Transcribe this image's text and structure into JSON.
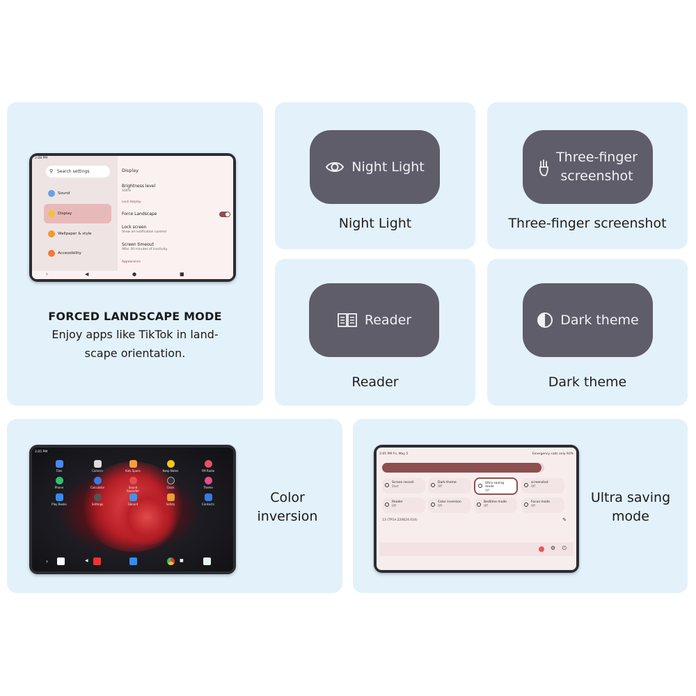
{
  "landscape": {
    "heading": "FORCED LANDSCAPE MODE",
    "desc_line1": "Enjoy apps like TikTok in land-",
    "desc_line2": "scape orientation.",
    "screen": {
      "time": "2:08 PM",
      "search_placeholder": "Search settings",
      "nav": [
        "Sound",
        "Display",
        "Wallpaper & style",
        "Accessibility"
      ],
      "page_title": "Display",
      "brightness_label": "Brightness level",
      "brightness_value": "100%",
      "section_lock": "Lock display",
      "force_landscape": "Force Landscape",
      "lock_screen": "Lock screen",
      "lock_screen_sub": "Show all notification content",
      "screen_timeout": "Screen timeout",
      "screen_timeout_sub": "After 30 minutes of inactivity",
      "section_appearance": "Appearance"
    }
  },
  "features": [
    {
      "pill": "Night Light",
      "caption": "Night Light",
      "icon": "eye-icon"
    },
    {
      "pill_line1": "Three-finger",
      "pill_line2": "screenshot",
      "caption": "Three-finger screenshot",
      "icon": "three-finger-icon"
    },
    {
      "pill": "Reader",
      "caption": "Reader",
      "icon": "book-icon"
    },
    {
      "pill": "Dark theme",
      "caption": "Dark theme",
      "icon": "contrast-icon"
    }
  ],
  "color_inversion": {
    "label_line1": "Color",
    "label_line2": "inversion",
    "time": "2:05 PM",
    "apps": [
      "Files",
      "Camera",
      "Kids Space",
      "Keep Notes",
      "FM Radio",
      "Phone",
      "Calculator",
      "Sound Recorder",
      "Clock",
      "Theme",
      "Play Books",
      "Settings",
      "Gboard",
      "Safety",
      "Contacts"
    ]
  },
  "ultra_saving": {
    "label_line1": "Ultra saving",
    "label_line2": "mode",
    "status_left": "2:05 PM Fri, May 5",
    "status_right": "Emergency calls only 93%",
    "tiles": [
      {
        "title": "Screen record",
        "sub": "Start"
      },
      {
        "title": "Dark theme",
        "sub": "Off"
      },
      {
        "title": "Ultra saving mode",
        "sub": "Off"
      },
      {
        "title": "screenshot",
        "sub": "Off"
      },
      {
        "title": "Reader",
        "sub": "Off"
      },
      {
        "title": "Color inversion",
        "sub": "Off"
      },
      {
        "title": "Bedtime mode",
        "sub": "Off"
      },
      {
        "title": "Focus mode",
        "sub": "Off"
      }
    ],
    "build": "13 (TP1A.220624.014)"
  },
  "colors": {
    "panel_bg": "#e3f1fb",
    "pill_bg": "#5f5d6a",
    "accent": "#8d4f4f"
  }
}
